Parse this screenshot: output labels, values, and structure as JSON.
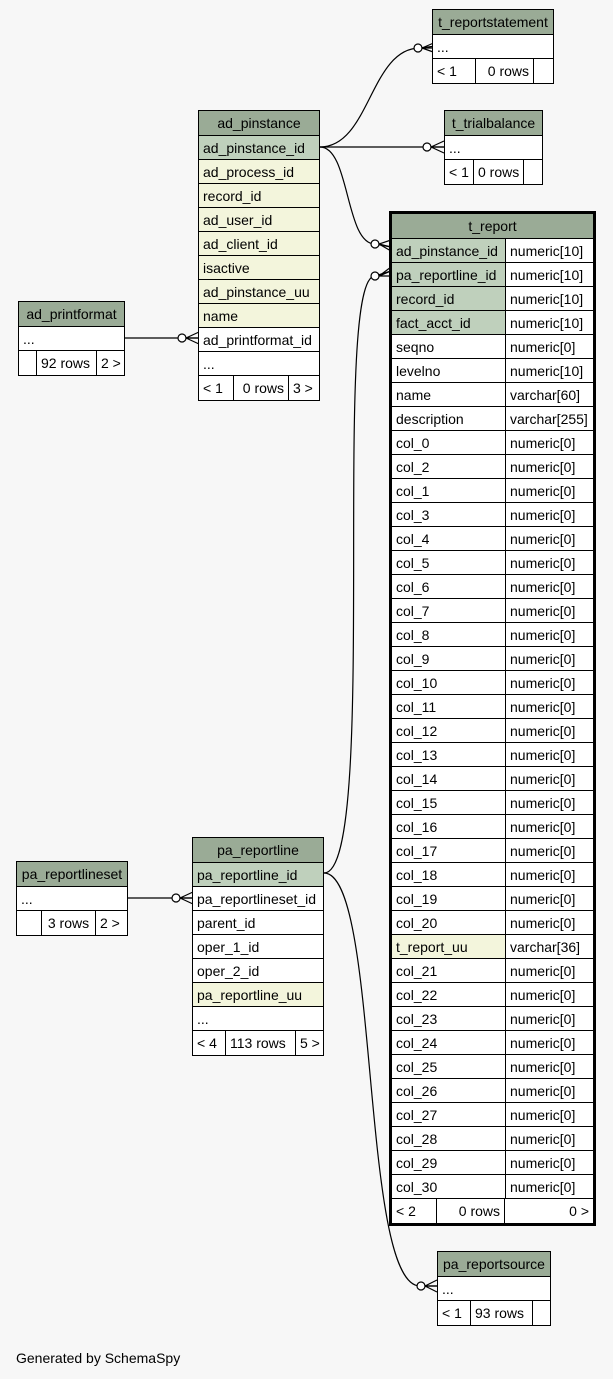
{
  "tables": {
    "t_reportstatement": {
      "name": "t_reportstatement",
      "ellipsis": "...",
      "nav_prev": "< 1",
      "rows": "0 rows",
      "nav_next": ""
    },
    "t_trialbalance": {
      "name": "t_trialbalance",
      "ellipsis": "...",
      "nav_prev": "< 1",
      "rows": "0 rows",
      "nav_next": ""
    },
    "ad_pinstance": {
      "name": "ad_pinstance",
      "columns": [
        "ad_pinstance_id",
        "ad_process_id",
        "record_id",
        "ad_user_id",
        "ad_client_id",
        "isactive",
        "ad_pinstance_uu",
        "name",
        "ad_printformat_id"
      ],
      "ellipsis": "...",
      "nav_prev": "< 1",
      "rows": "0 rows",
      "nav_next": "3 >"
    },
    "ad_printformat": {
      "name": "ad_printformat",
      "ellipsis": "...",
      "nav_prev": "",
      "rows": "92 rows",
      "nav_next": "2 >"
    },
    "t_report": {
      "name": "t_report",
      "columns": [
        {
          "name": "ad_pinstance_id",
          "type": "numeric[10]"
        },
        {
          "name": "pa_reportline_id",
          "type": "numeric[10]"
        },
        {
          "name": "record_id",
          "type": "numeric[10]"
        },
        {
          "name": "fact_acct_id",
          "type": "numeric[10]"
        },
        {
          "name": "seqno",
          "type": "numeric[0]"
        },
        {
          "name": "levelno",
          "type": "numeric[10]"
        },
        {
          "name": "name",
          "type": "varchar[60]"
        },
        {
          "name": "description",
          "type": "varchar[255]"
        },
        {
          "name": "col_0",
          "type": "numeric[0]"
        },
        {
          "name": "col_2",
          "type": "numeric[0]"
        },
        {
          "name": "col_1",
          "type": "numeric[0]"
        },
        {
          "name": "col_3",
          "type": "numeric[0]"
        },
        {
          "name": "col_4",
          "type": "numeric[0]"
        },
        {
          "name": "col_5",
          "type": "numeric[0]"
        },
        {
          "name": "col_6",
          "type": "numeric[0]"
        },
        {
          "name": "col_7",
          "type": "numeric[0]"
        },
        {
          "name": "col_8",
          "type": "numeric[0]"
        },
        {
          "name": "col_9",
          "type": "numeric[0]"
        },
        {
          "name": "col_10",
          "type": "numeric[0]"
        },
        {
          "name": "col_11",
          "type": "numeric[0]"
        },
        {
          "name": "col_12",
          "type": "numeric[0]"
        },
        {
          "name": "col_13",
          "type": "numeric[0]"
        },
        {
          "name": "col_14",
          "type": "numeric[0]"
        },
        {
          "name": "col_15",
          "type": "numeric[0]"
        },
        {
          "name": "col_16",
          "type": "numeric[0]"
        },
        {
          "name": "col_17",
          "type": "numeric[0]"
        },
        {
          "name": "col_18",
          "type": "numeric[0]"
        },
        {
          "name": "col_19",
          "type": "numeric[0]"
        },
        {
          "name": "col_20",
          "type": "numeric[0]"
        },
        {
          "name": "t_report_uu",
          "type": "varchar[36]"
        },
        {
          "name": "col_21",
          "type": "numeric[0]"
        },
        {
          "name": "col_22",
          "type": "numeric[0]"
        },
        {
          "name": "col_23",
          "type": "numeric[0]"
        },
        {
          "name": "col_24",
          "type": "numeric[0]"
        },
        {
          "name": "col_25",
          "type": "numeric[0]"
        },
        {
          "name": "col_26",
          "type": "numeric[0]"
        },
        {
          "name": "col_27",
          "type": "numeric[0]"
        },
        {
          "name": "col_28",
          "type": "numeric[0]"
        },
        {
          "name": "col_29",
          "type": "numeric[0]"
        },
        {
          "name": "col_30",
          "type": "numeric[0]"
        }
      ],
      "nav_prev": "< 2",
      "rows": "0 rows",
      "nav_next": "0 >"
    },
    "pa_reportlineset": {
      "name": "pa_reportlineset",
      "ellipsis": "...",
      "nav_prev": "",
      "rows": "3 rows",
      "nav_next": "2 >"
    },
    "pa_reportline": {
      "name": "pa_reportline",
      "columns": [
        "pa_reportline_id",
        "pa_reportlineset_id",
        "parent_id",
        "oper_1_id",
        "oper_2_id",
        "pa_reportline_uu"
      ],
      "ellipsis": "...",
      "nav_prev": "< 4",
      "rows": "113 rows",
      "nav_next": "5 >"
    },
    "pa_reportsource": {
      "name": "pa_reportsource",
      "ellipsis": "...",
      "nav_prev": "< 1",
      "rows": "93 rows",
      "nav_next": ""
    }
  },
  "colors": {
    "header": "#9aab96",
    "primary_key": "#bfd0bc",
    "foreign_key": "#f3f5dc",
    "background": "#f7f7f7"
  },
  "footer": "Generated by SchemaSpy"
}
